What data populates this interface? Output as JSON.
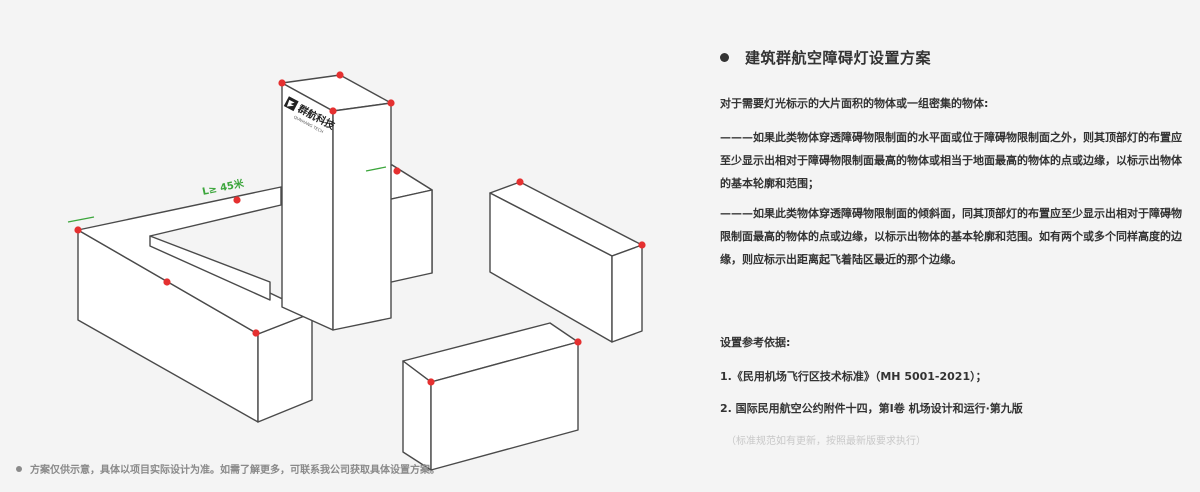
{
  "diagram": {
    "distance_label": "L≥ 45米",
    "logo_text": "群航科技",
    "logo_subtext": "QUNHANG TECH",
    "colors": {
      "light": "#e53030",
      "outline": "#4a4a4a",
      "green": "#3ca63c"
    }
  },
  "panel": {
    "title": "建筑群航空障碍灯设置方案",
    "intro": "对于需要灯光标示的大片面积的物体或一组密集的物体:",
    "para1": "———如果此类物体穿透障碍物限制面的水平面或位于障碍物限制面之外，则其顶部灯的布置应至少显示出相对于障碍物限制面最高的物体或相当于地面最高的物体的点或边缘，以标示出物体的基本轮廓和范围；",
    "para2": "———如果此类物体穿透障碍物限制面的倾斜面，同其顶部灯的布置应至少显示出相对于障碍物限制面最高的物体的点或边缘，以标示出物体的基本轮廓和范围。如有两个或多个同样高度的边缘，则应标示出距离起飞着陆区最近的那个边缘。",
    "ref_heading": "设置参考依据:",
    "ref1": "1.《民用机场飞行区技术标准》（MH 5001-2021）；",
    "ref2": "2.  国际民用航空公约附件十四，第I卷 机场设计和运行·第九版",
    "update_note": "（标准规范如有更新，按照最新版要求执行）"
  },
  "footer": {
    "note": "方案仅供示意，具体以项目实际设计为准。如需了解更多，可联系我公司获取具体设置方案。"
  }
}
